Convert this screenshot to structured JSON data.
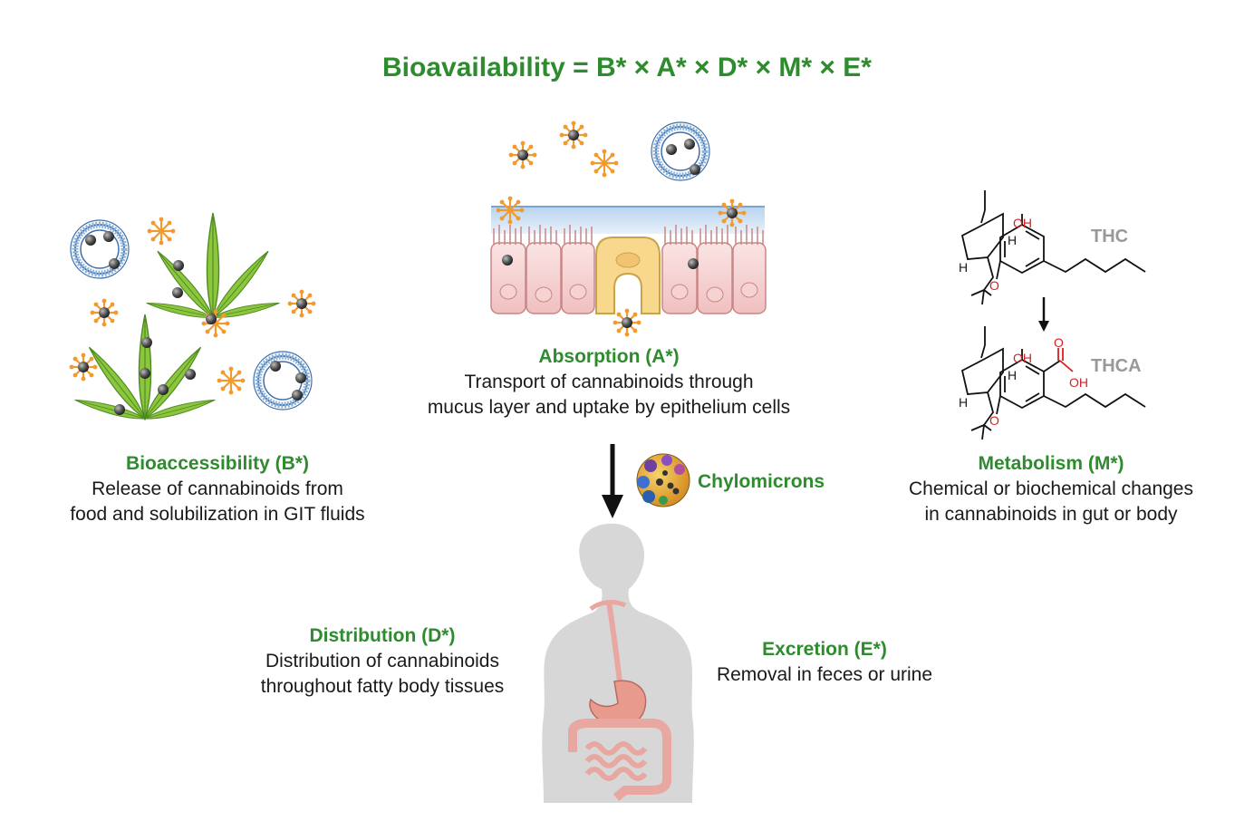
{
  "formula": "Bioavailability = B* × A* × D* × M* × E*",
  "bioaccessibility": {
    "heading": "Bioaccessibility (B*)",
    "line1": "Release of cannabinoids from",
    "line2": "food and solubilization in GIT fluids"
  },
  "absorption": {
    "heading": "Absorption (A*)",
    "line1": "Transport of cannabinoids through",
    "line2": "mucus layer and uptake by epithelium cells"
  },
  "metabolism": {
    "heading": "Metabolism (M*)",
    "line1": "Chemical or biochemical changes",
    "line2": "in cannabinoids in gut or body"
  },
  "chylomicrons": "Chylomicrons",
  "distribution": {
    "heading": "Distribution (D*)",
    "line1": "Distribution of cannabinoids",
    "line2": "throughout fatty body tissues"
  },
  "excretion": {
    "heading": "Excretion (E*)",
    "line1": "Removal in feces or urine"
  },
  "molecules": {
    "thc": "THC",
    "thca": "THCA",
    "oh": "OH",
    "h": "H",
    "o": "O"
  },
  "colors": {
    "accent_green": "#2e8b2e",
    "orange": "#f29a2e",
    "vesicle_blue": "#6f97c4",
    "leaf_green": "#8cc63f"
  }
}
